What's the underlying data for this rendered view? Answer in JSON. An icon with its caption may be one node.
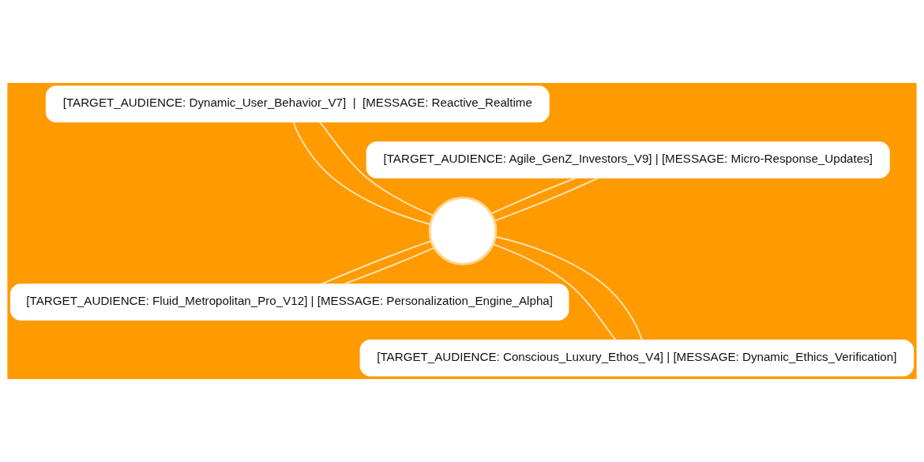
{
  "diagram": {
    "nodes": [
      {
        "text": [
          "[TARGET_AUDIENCE: Dynamic_User_Behavior_V7]  |  [MESSAGE: Reactive_Realtime"
        ]
      },
      {
        "text": [
          "[TARGET_AUDIENCE: Agile_GenZ_Investors_V9] | [MESSAGE: Micro-Response_Updates]"
        ]
      },
      {
        "text": [],
        "shape": "circle"
      },
      {
        "text": [
          "[TARGET_AUDIENCE: Fluid_Metropolitan_Pro_V12] | [MESSAGE: Personalization_Engine_Alpha]"
        ]
      },
      {
        "text": [
          "[TARGET_AUDIENCE: Conscious_Luxury_Ethos_V4] | [MESSAGE: Dynamic_Ethics_Verification]"
        ]
      }
    ],
    "edges": [
      {
        "from": 0,
        "to": 2,
        "arrow": "none"
      },
      {
        "from": 0,
        "to": 2,
        "arrow": "none"
      },
      {
        "from": 1,
        "to": 2,
        "arrow": "none"
      },
      {
        "from": 1,
        "to": 2,
        "arrow": "none"
      },
      {
        "from": 2,
        "to": 3,
        "arrow": "none"
      },
      {
        "from": 2,
        "to": 3,
        "arrow": "none"
      },
      {
        "from": 2,
        "to": 4,
        "arrow": "none"
      },
      {
        "from": 2,
        "to": 4,
        "arrow": "none"
      }
    ]
  }
}
